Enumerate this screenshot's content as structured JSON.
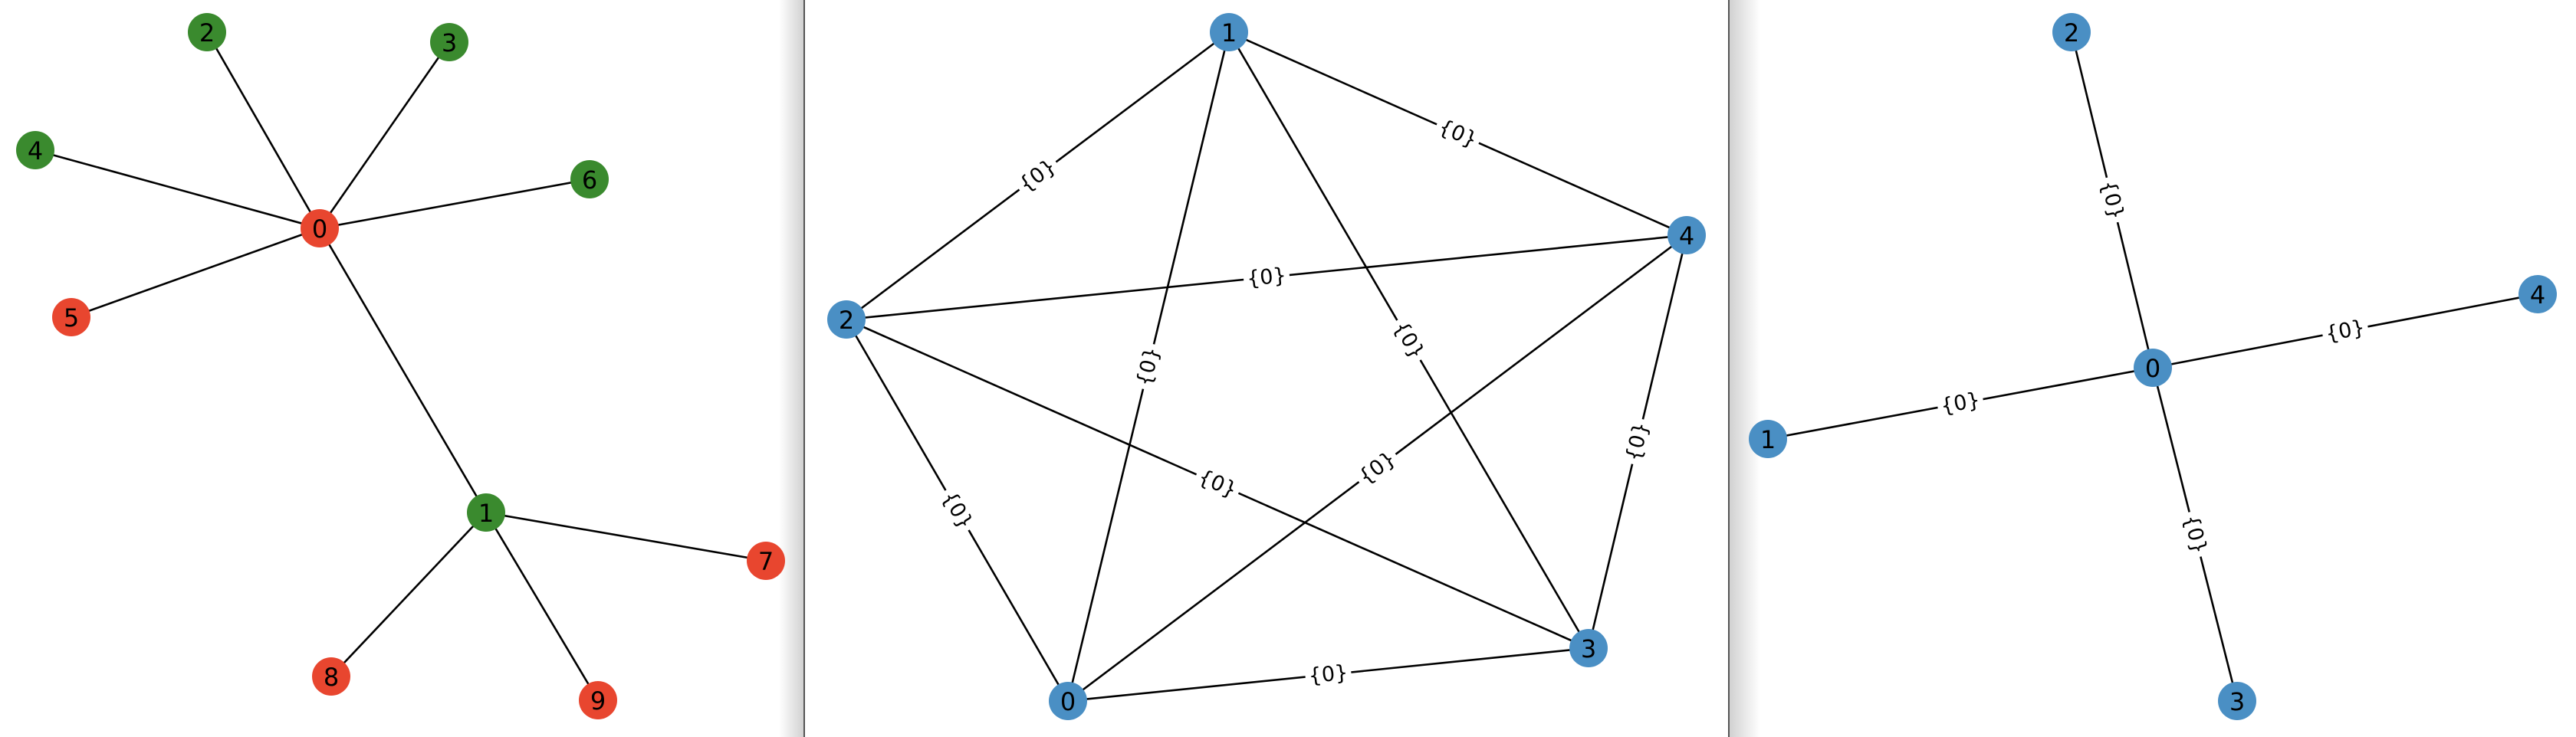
{
  "colors": {
    "red_node": "#e8462f",
    "green_node": "#3a8a2e",
    "blue_node": "#4a8fc4",
    "edge": "#000000",
    "background": "#ffffff"
  },
  "graphs": [
    {
      "id": "left",
      "nodes": [
        {
          "label": "0",
          "color": "red_node"
        },
        {
          "label": "1",
          "color": "green_node"
        },
        {
          "label": "2",
          "color": "green_node"
        },
        {
          "label": "3",
          "color": "green_node"
        },
        {
          "label": "4",
          "color": "green_node"
        },
        {
          "label": "5",
          "color": "red_node"
        },
        {
          "label": "6",
          "color": "green_node"
        },
        {
          "label": "7",
          "color": "red_node"
        },
        {
          "label": "8",
          "color": "red_node"
        },
        {
          "label": "9",
          "color": "red_node"
        }
      ],
      "edges": [
        {
          "source": "0",
          "target": "2",
          "label": ""
        },
        {
          "source": "0",
          "target": "3",
          "label": ""
        },
        {
          "source": "0",
          "target": "4",
          "label": ""
        },
        {
          "source": "0",
          "target": "5",
          "label": ""
        },
        {
          "source": "0",
          "target": "6",
          "label": ""
        },
        {
          "source": "0",
          "target": "1",
          "label": ""
        },
        {
          "source": "1",
          "target": "7",
          "label": ""
        },
        {
          "source": "1",
          "target": "8",
          "label": ""
        },
        {
          "source": "1",
          "target": "9",
          "label": ""
        }
      ]
    },
    {
      "id": "middle",
      "nodes": [
        {
          "label": "0",
          "color": "blue_node"
        },
        {
          "label": "1",
          "color": "blue_node"
        },
        {
          "label": "2",
          "color": "blue_node"
        },
        {
          "label": "3",
          "color": "blue_node"
        },
        {
          "label": "4",
          "color": "blue_node"
        }
      ],
      "edges": [
        {
          "source": "1",
          "target": "2",
          "label": "{0}"
        },
        {
          "source": "1",
          "target": "4",
          "label": "{0}"
        },
        {
          "source": "1",
          "target": "0",
          "label": "{0}"
        },
        {
          "source": "1",
          "target": "3",
          "label": "{0}"
        },
        {
          "source": "2",
          "target": "4",
          "label": "{0}"
        },
        {
          "source": "2",
          "target": "0",
          "label": "{0}"
        },
        {
          "source": "2",
          "target": "3",
          "label": "{0}"
        },
        {
          "source": "4",
          "target": "0",
          "label": "{0}"
        },
        {
          "source": "4",
          "target": "3",
          "label": "{0}"
        },
        {
          "source": "0",
          "target": "3",
          "label": "{0}"
        }
      ]
    },
    {
      "id": "right",
      "nodes": [
        {
          "label": "0",
          "color": "blue_node"
        },
        {
          "label": "1",
          "color": "blue_node"
        },
        {
          "label": "2",
          "color": "blue_node"
        },
        {
          "label": "3",
          "color": "blue_node"
        },
        {
          "label": "4",
          "color": "blue_node"
        }
      ],
      "edges": [
        {
          "source": "0",
          "target": "2",
          "label": "{0}"
        },
        {
          "source": "0",
          "target": "1",
          "label": "{0}"
        },
        {
          "source": "0",
          "target": "4",
          "label": "{0}"
        },
        {
          "source": "0",
          "target": "3",
          "label": "{0}"
        }
      ]
    }
  ]
}
